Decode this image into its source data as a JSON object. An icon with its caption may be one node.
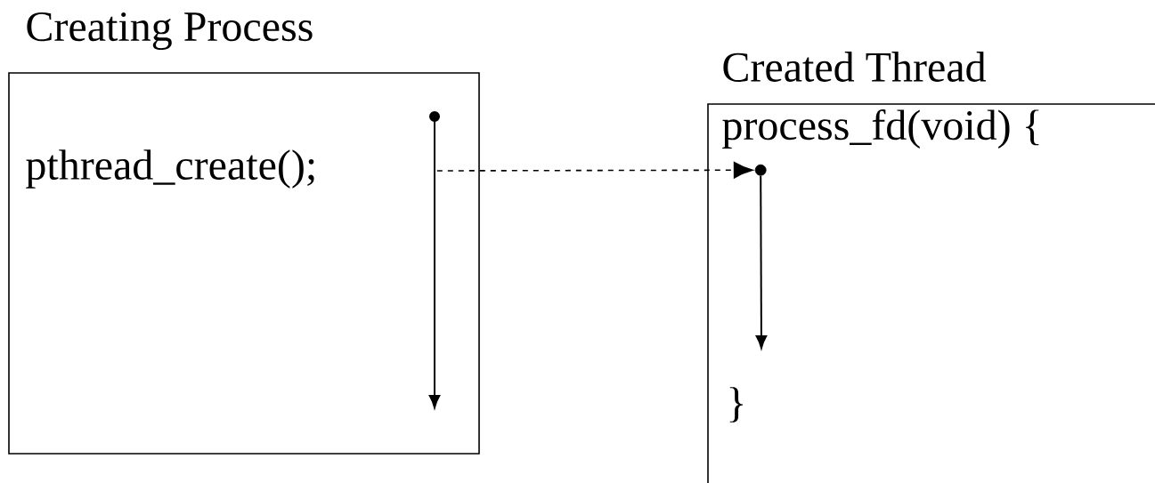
{
  "diagram": {
    "nodes": [
      {
        "text": [
          "Creating Process",
          "pthread_create();"
        ]
      },
      {
        "text": [
          "Created Thread",
          "process_fd(void) {",
          "}"
        ]
      },
      {
        "text": [],
        "shape": "circle",
        "in": 1
      }
    ],
    "edges": [
      {
        "from": 0,
        "to": 2,
        "arrow": "to",
        "style": "dashed"
      },
      {
        "from": 2,
        "to": null,
        "arrow": "to"
      }
    ]
  }
}
